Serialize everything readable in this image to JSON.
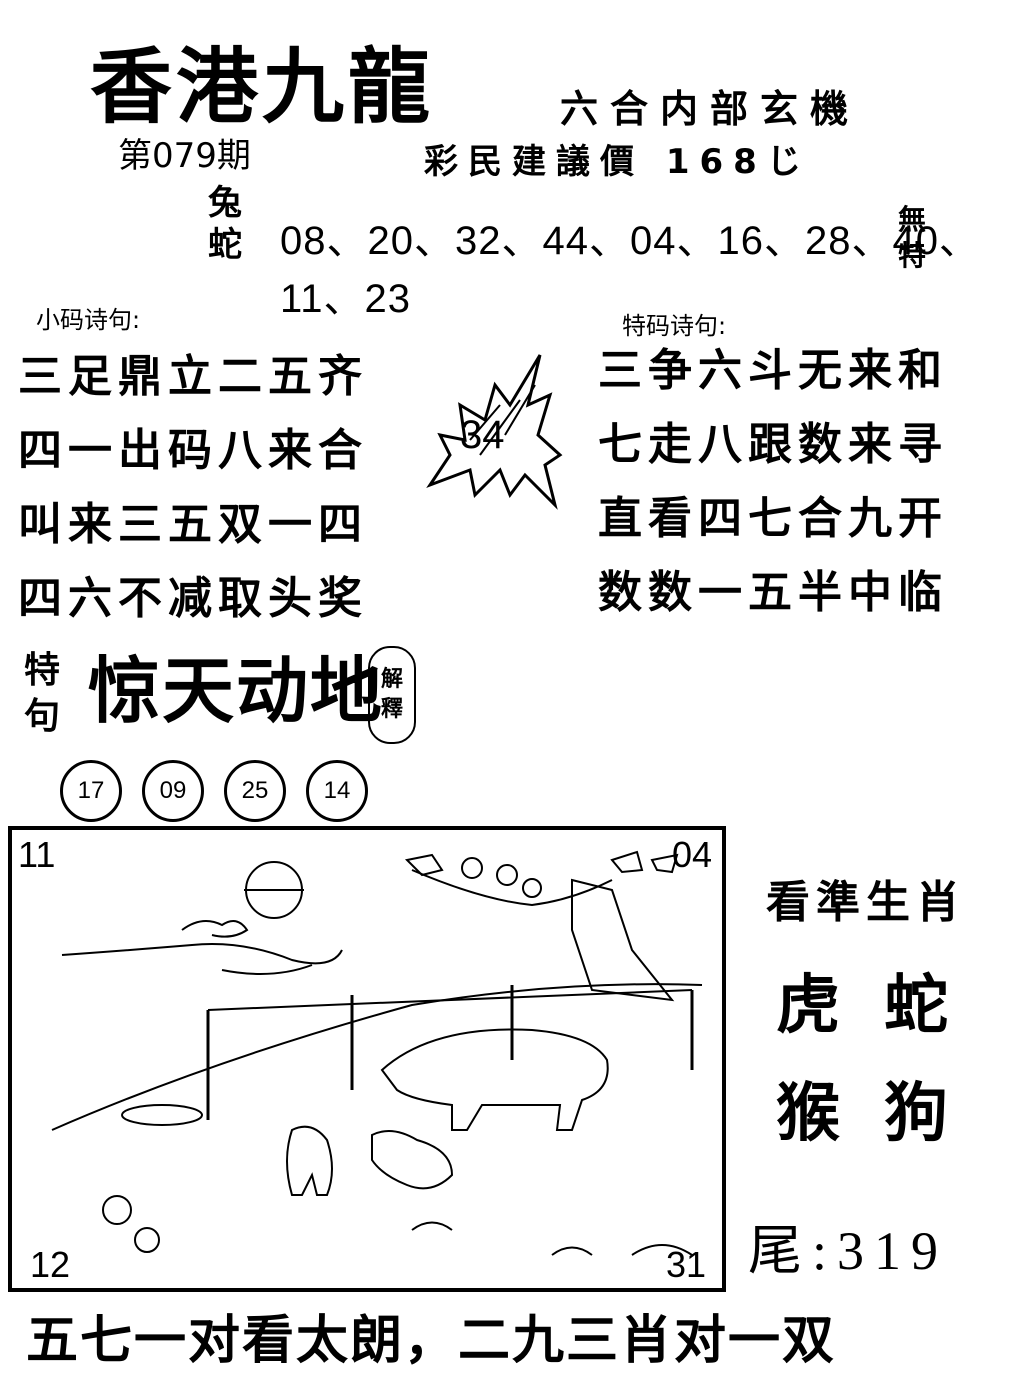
{
  "header": {
    "title": "香港九龍",
    "subtitle": "六合内部玄機",
    "issue": "第079期",
    "price": "彩民建議價 168",
    "price_unit": "じ"
  },
  "zodiac_pick": {
    "line1": "兔",
    "line2": "蛇",
    "numbers": "08、20、32、44、04、16、28、40、11、23",
    "note_line1": "無",
    "note_line2": "特"
  },
  "small_poem": {
    "label": "小码诗句:",
    "lines": [
      "三足鼎立二五齐",
      "四一出码八来合",
      "叫来三五双一四",
      "四六不减取头奖"
    ]
  },
  "special_poem": {
    "label": "特码诗句:",
    "lines": [
      "三争六斗无来和",
      "七走八跟数来寻",
      "直看四七合九开",
      "数数一五半中临"
    ]
  },
  "center_number": "34",
  "special_phrase": {
    "label_line1": "特",
    "label_line2": "句",
    "phrase": "惊天动地",
    "explain_line1": "解",
    "explain_line2": "釋"
  },
  "circled_numbers": [
    "17",
    "09",
    "25",
    "14"
  ],
  "picture_corners": {
    "top_left": "11",
    "top_right": "04",
    "bottom_left": "12",
    "bottom_right": "31"
  },
  "zodiac_focus": {
    "heading": "看準生肖",
    "row1": [
      "虎",
      "蛇"
    ],
    "row2": [
      "猴",
      "狗"
    ]
  },
  "tail": "尾:319",
  "bottom_line": "五七一对看太朗，二九三肖对一双"
}
